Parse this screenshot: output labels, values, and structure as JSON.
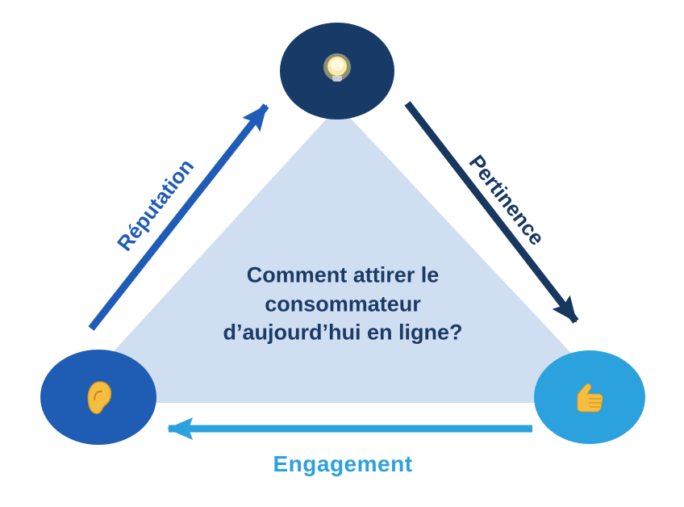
{
  "diagram": {
    "center_question": "Comment attirer le\nconsommateur\nd’aujourd’hui en ligne?",
    "background_color": "#FFFFFF",
    "triangle_color": "#CFDEF1",
    "edges": [
      {
        "id": "reputation",
        "label": "Réputation",
        "color": "#1E5CB8",
        "from": "listen",
        "to": "idea"
      },
      {
        "id": "pertinence",
        "label": "Pertinence",
        "color": "#17375E",
        "from": "idea",
        "to": "approve"
      },
      {
        "id": "engagement",
        "label": "Engagement",
        "color": "#2BA1DE",
        "from": "approve",
        "to": "listen"
      }
    ],
    "nodes": [
      {
        "id": "idea",
        "position": "top",
        "icon": "light-bulb-icon",
        "color": "#173A66"
      },
      {
        "id": "listen",
        "position": "bottom-left",
        "icon": "ear-icon",
        "color": "#1F5CB4"
      },
      {
        "id": "approve",
        "position": "bottom-right",
        "icon": "thumbs-up-icon",
        "color": "#2BA1DE"
      }
    ]
  }
}
